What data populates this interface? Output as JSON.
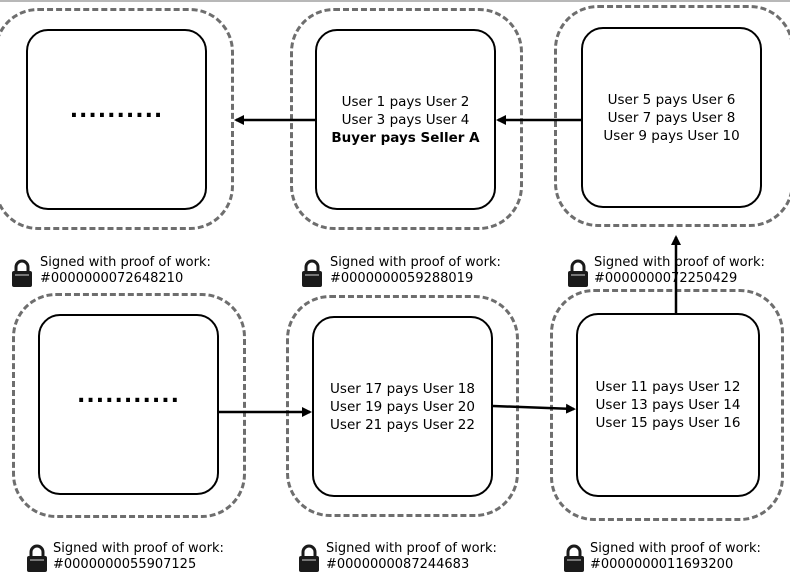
{
  "blocks": [
    {
      "id": "top-left",
      "lines": [],
      "dots": "..........",
      "signature": {
        "label": "Signed with proof of work:",
        "hash": "#0000000072648210"
      }
    },
    {
      "id": "top-middle",
      "lines": [
        "User 1 pays User 2",
        "User 3 pays User 4",
        "Buyer pays Seller A"
      ],
      "bold_line": 2,
      "signature": {
        "label": "Signed with proof of work:",
        "hash": "#0000000059288019"
      }
    },
    {
      "id": "top-right",
      "lines": [
        "User 5 pays User 6",
        "User 7 pays User 8",
        "User 9 pays User 10"
      ],
      "signature": {
        "label": "Signed with proof of work:",
        "hash": "#0000000072250429"
      }
    },
    {
      "id": "bottom-left",
      "lines": [],
      "dots": "...........",
      "signature": {
        "label": "Signed with proof of work:",
        "hash": "#0000000055907125"
      }
    },
    {
      "id": "bottom-middle",
      "lines": [
        "User 17 pays User 18",
        "User 19 pays User 20",
        "User 21 pays User 22"
      ],
      "signature": {
        "label": "Signed with proof of work:",
        "hash": "#0000000087244683"
      }
    },
    {
      "id": "bottom-right",
      "lines": [
        "User 11 pays User 12",
        "User 13 pays User 14",
        "User 15 pays User 16"
      ],
      "signature": {
        "label": "Signed with proof of work:",
        "hash": "#0000000011693200"
      }
    }
  ],
  "icons": {
    "signature": "padlock-icon"
  },
  "colors": {
    "outline": "#000000",
    "dashed_border": "#6e6e6e",
    "lock_body": "#1a1a1a"
  }
}
